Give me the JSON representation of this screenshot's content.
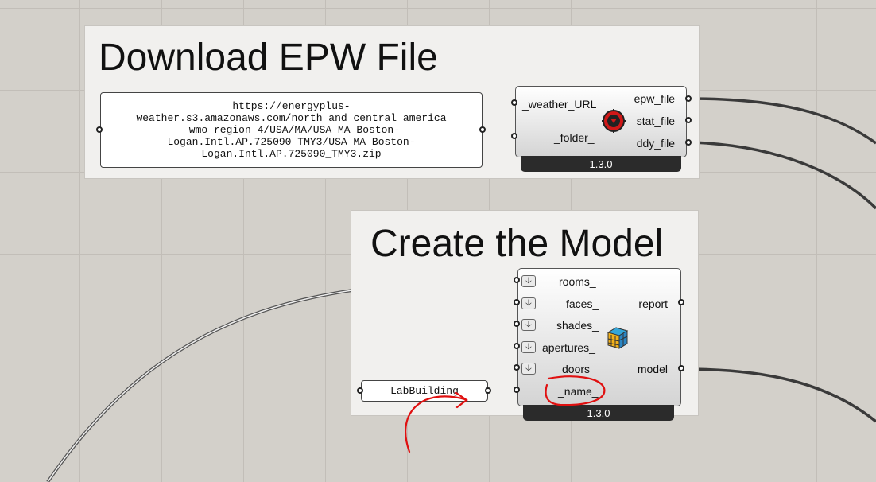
{
  "groups": {
    "download": {
      "title": "Download EPW File"
    },
    "model": {
      "title": "Create the Model"
    }
  },
  "url_panel": {
    "text": "https://energyplus-\nweather.s3.amazonaws.com/north_and_central_america\n_wmo_region_4/USA/MA/USA_MA_Boston-\nLogan.Intl.AP.725090_TMY3/USA_MA_Boston-\nLogan.Intl.AP.725090_TMY3.zip"
  },
  "name_panel": {
    "text": "LabBuilding"
  },
  "weather_component": {
    "inputs": [
      "_weather_URL",
      "_folder_"
    ],
    "outputs": [
      "epw_file",
      "stat_file",
      "ddy_file"
    ],
    "version": "1.3.0",
    "icon": "ladybug-download-icon"
  },
  "model_component": {
    "inputs": [
      "rooms_",
      "faces_",
      "shades_",
      "apertures_",
      "doors_",
      "_name_"
    ],
    "outputs": [
      "report",
      "model"
    ],
    "version": "1.3.0",
    "icon": "honeybee-model-icon"
  },
  "annotation": {
    "color": "#e01010"
  }
}
